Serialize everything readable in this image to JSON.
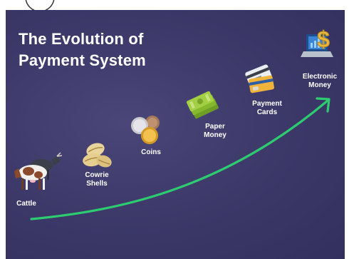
{
  "title": {
    "line1": "The Evolution of",
    "line2": "Payment System"
  },
  "stages": [
    {
      "id": "cattle",
      "label_lines": [
        "Cattle"
      ],
      "icon": "cattle-icon"
    },
    {
      "id": "cowrie",
      "label_lines": [
        "Cowrie",
        "Shells"
      ],
      "icon": "cowrie-shells-icon"
    },
    {
      "id": "coins",
      "label_lines": [
        "Coins"
      ],
      "icon": "coins-icon"
    },
    {
      "id": "paper",
      "label_lines": [
        "Paper",
        "Money"
      ],
      "icon": "paper-money-icon"
    },
    {
      "id": "cards",
      "label_lines": [
        "Payment",
        "Cards"
      ],
      "icon": "payment-cards-icon"
    },
    {
      "id": "emoney",
      "label_lines": [
        "Electronic",
        "Money"
      ],
      "icon": "electronic-money-icon"
    }
  ],
  "colors": {
    "background": "#3b3868",
    "arrow": "#2ecc71",
    "text": "#ffffff",
    "gold": "#e8b84a",
    "money_green": "#9acd32"
  },
  "arrow_direction": "up-right"
}
